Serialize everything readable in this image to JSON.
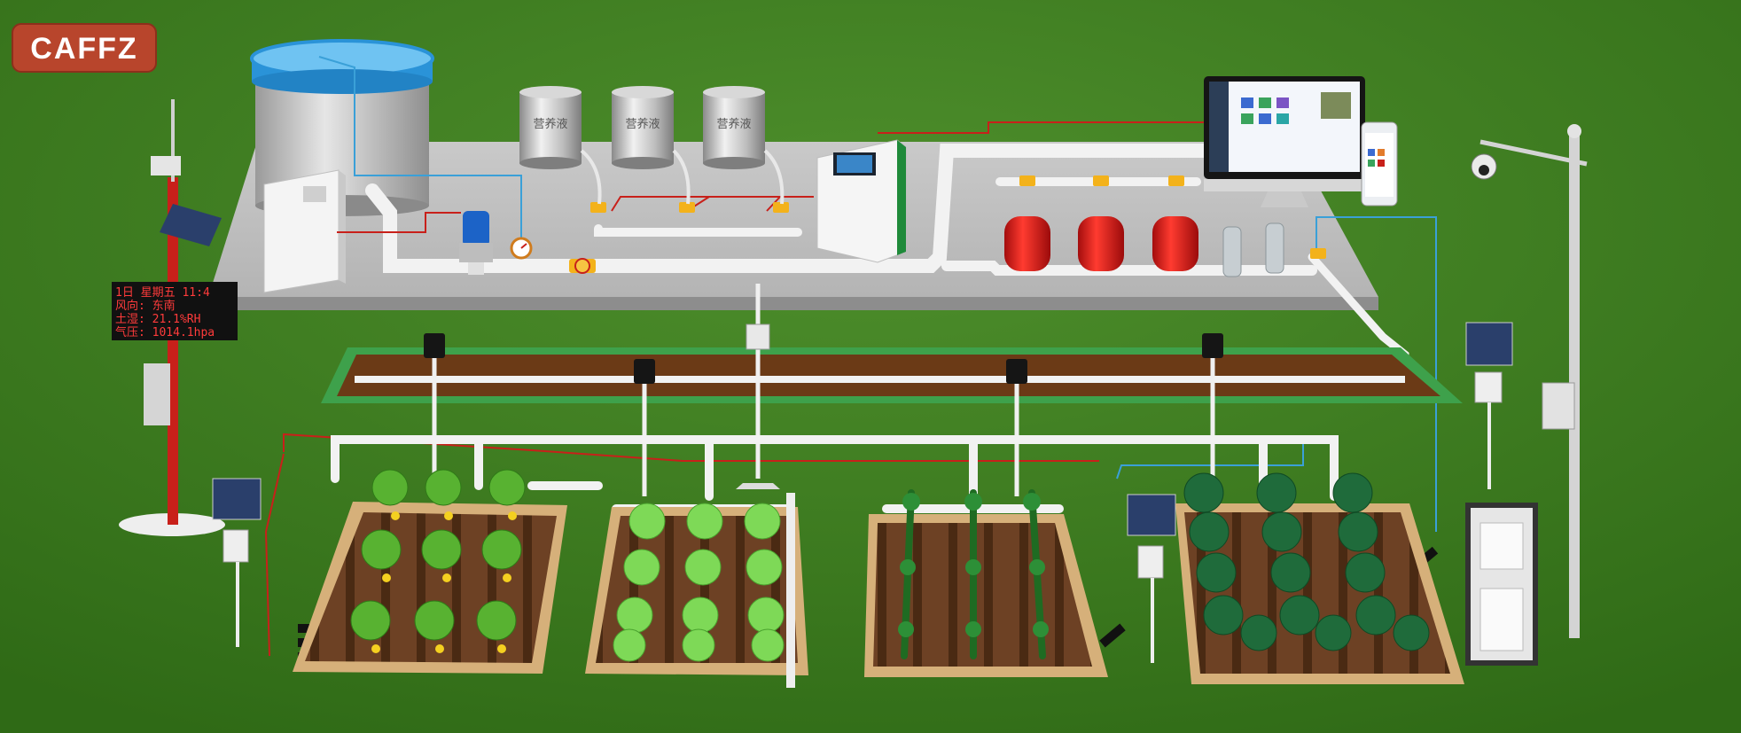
{
  "logo": {
    "text": "CAFFZ"
  },
  "nutrient_tanks": [
    {
      "label": "营养液"
    },
    {
      "label": "营养液"
    },
    {
      "label": "营养液"
    }
  ],
  "weather_display": {
    "lines": [
      "1日  星期五  11:4",
      "风向:   东南",
      "土湿:   21.1%RH",
      "气压:  1014.1hpa"
    ],
    "text_color": "#ff3b3b"
  },
  "colors": {
    "grass": "#3f7d22",
    "platform": "#b9b9b9",
    "pipe": "#f2f2f2",
    "signal_wire_red": "#c8201a",
    "signal_wire_blue": "#3aa0d8",
    "filter_tank": "#e11b1b",
    "soil": "#7a4a2a",
    "logo_bg": "#b8452c"
  },
  "icons": [
    "water-tank-icon",
    "control-cabinet-icon",
    "pump-icon",
    "pressure-gauge-icon",
    "valve-icon",
    "fertigation-machine-icon",
    "sand-filter-icon",
    "disc-filter-icon",
    "monitor-icon",
    "phone-icon",
    "weather-station-icon",
    "solar-panel-icon",
    "camera-pole-icon",
    "soil-sensor-icon",
    "wireless-node-icon",
    "data-cabinet-icon",
    "banana-plant-icon",
    "cabbage-icon",
    "vegetable-seedling-icon",
    "orange-tree-icon"
  ]
}
